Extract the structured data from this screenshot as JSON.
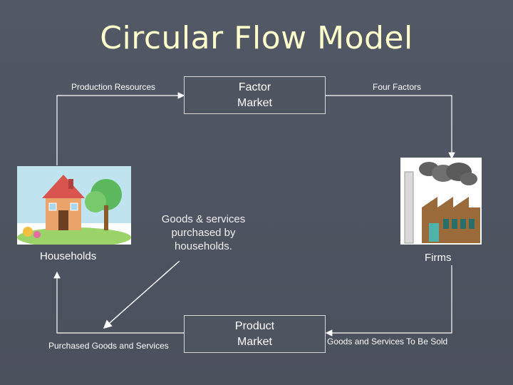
{
  "slide": {
    "title": "Circular Flow Model"
  },
  "factor_market": {
    "line1": "Factor",
    "line2": "Market"
  },
  "product_market": {
    "line1": "Product",
    "line2": "Market"
  },
  "labels": {
    "production_resources": "Production Resources",
    "four_factors": "Four Factors",
    "households": "Households",
    "firms": "Firms",
    "goods_services_purchased": "Goods & services purchased by households.",
    "purchased_goods_services": "Purchased Goods and Services",
    "goods_services_to_be_sold": "Goods and Services To Be Sold"
  },
  "icons": {
    "house": "house-illustration",
    "factory": "factory-illustration"
  }
}
